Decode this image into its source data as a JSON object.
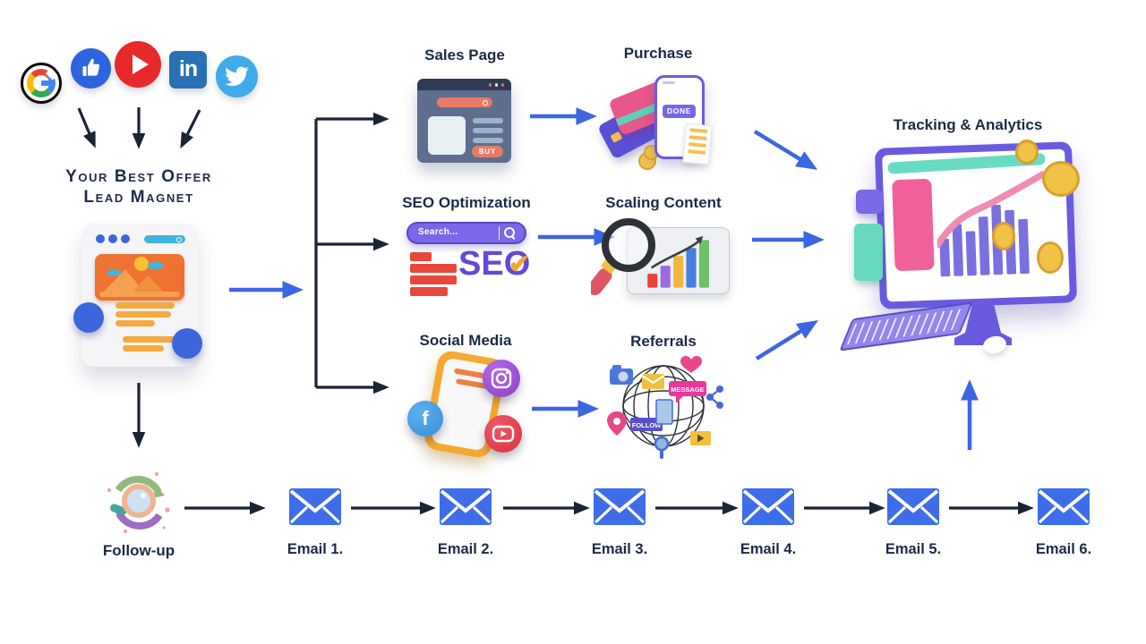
{
  "title": "Lead magnet marketing funnel diagram",
  "colors": {
    "label": "#1b2b45",
    "arrow_dark": "#1a2433",
    "arrow_blue": "#3c66e2",
    "envelope_blue": "#3d6de8"
  },
  "traffic_sources": {
    "icons": [
      "google",
      "facebook-like",
      "youtube",
      "linkedin",
      "twitter"
    ],
    "linkedin_text": "in"
  },
  "offer": {
    "line1": "Your Best Offer",
    "line2": "Lead Magnet"
  },
  "nodes": {
    "sales_page": {
      "label": "Sales Page",
      "buy": "BUY"
    },
    "purchase": {
      "label": "Purchase",
      "done": "DONE"
    },
    "seo": {
      "label": "SEO Optimization",
      "search": "Search...",
      "word": "SEO"
    },
    "scaling": {
      "label": "Scaling Content"
    },
    "social": {
      "label": "Social Media",
      "facebook_letter": "f"
    },
    "referrals": {
      "label": "Referrals",
      "message_tag": "MESSAGE",
      "follow_tag": "FOLLOW"
    },
    "tracking": {
      "label": "Tracking & Analytics"
    },
    "follow_up": {
      "label": "Follow-up"
    }
  },
  "emails": [
    "Email 1.",
    "Email 2.",
    "Email 3.",
    "Email 4.",
    "Email 5.",
    "Email 6."
  ]
}
